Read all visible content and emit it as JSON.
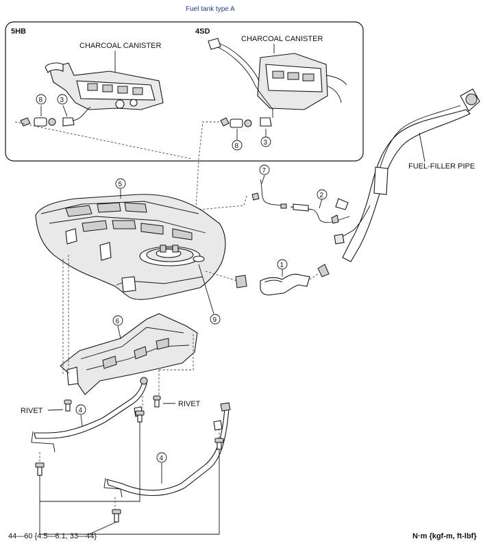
{
  "title": "Fuel tank type A",
  "inset": {
    "left_variant": "5HB",
    "right_variant": "4SD",
    "left_canister_label": "CHARCOAL CANISTER",
    "right_canister_label": "CHARCOAL CANISTER"
  },
  "labels": {
    "fuel_filler_pipe": "FUEL-FILLER PIPE",
    "rivet_left": "RIVET",
    "rivet_right": "RIVET",
    "torque_spec": "44—60 {4.5—6.1, 33—44}",
    "unit_note": "N·m {kgf-m, ft-lbf}"
  },
  "callouts": {
    "c1": "1",
    "c2": "2",
    "c3_left": "3",
    "c3_right": "3",
    "c4_upper": "4",
    "c4_lower": "4",
    "c5": "5",
    "c6": "6",
    "c7": "7",
    "c8_left": "8",
    "c8_right": "8",
    "c9": "9"
  }
}
